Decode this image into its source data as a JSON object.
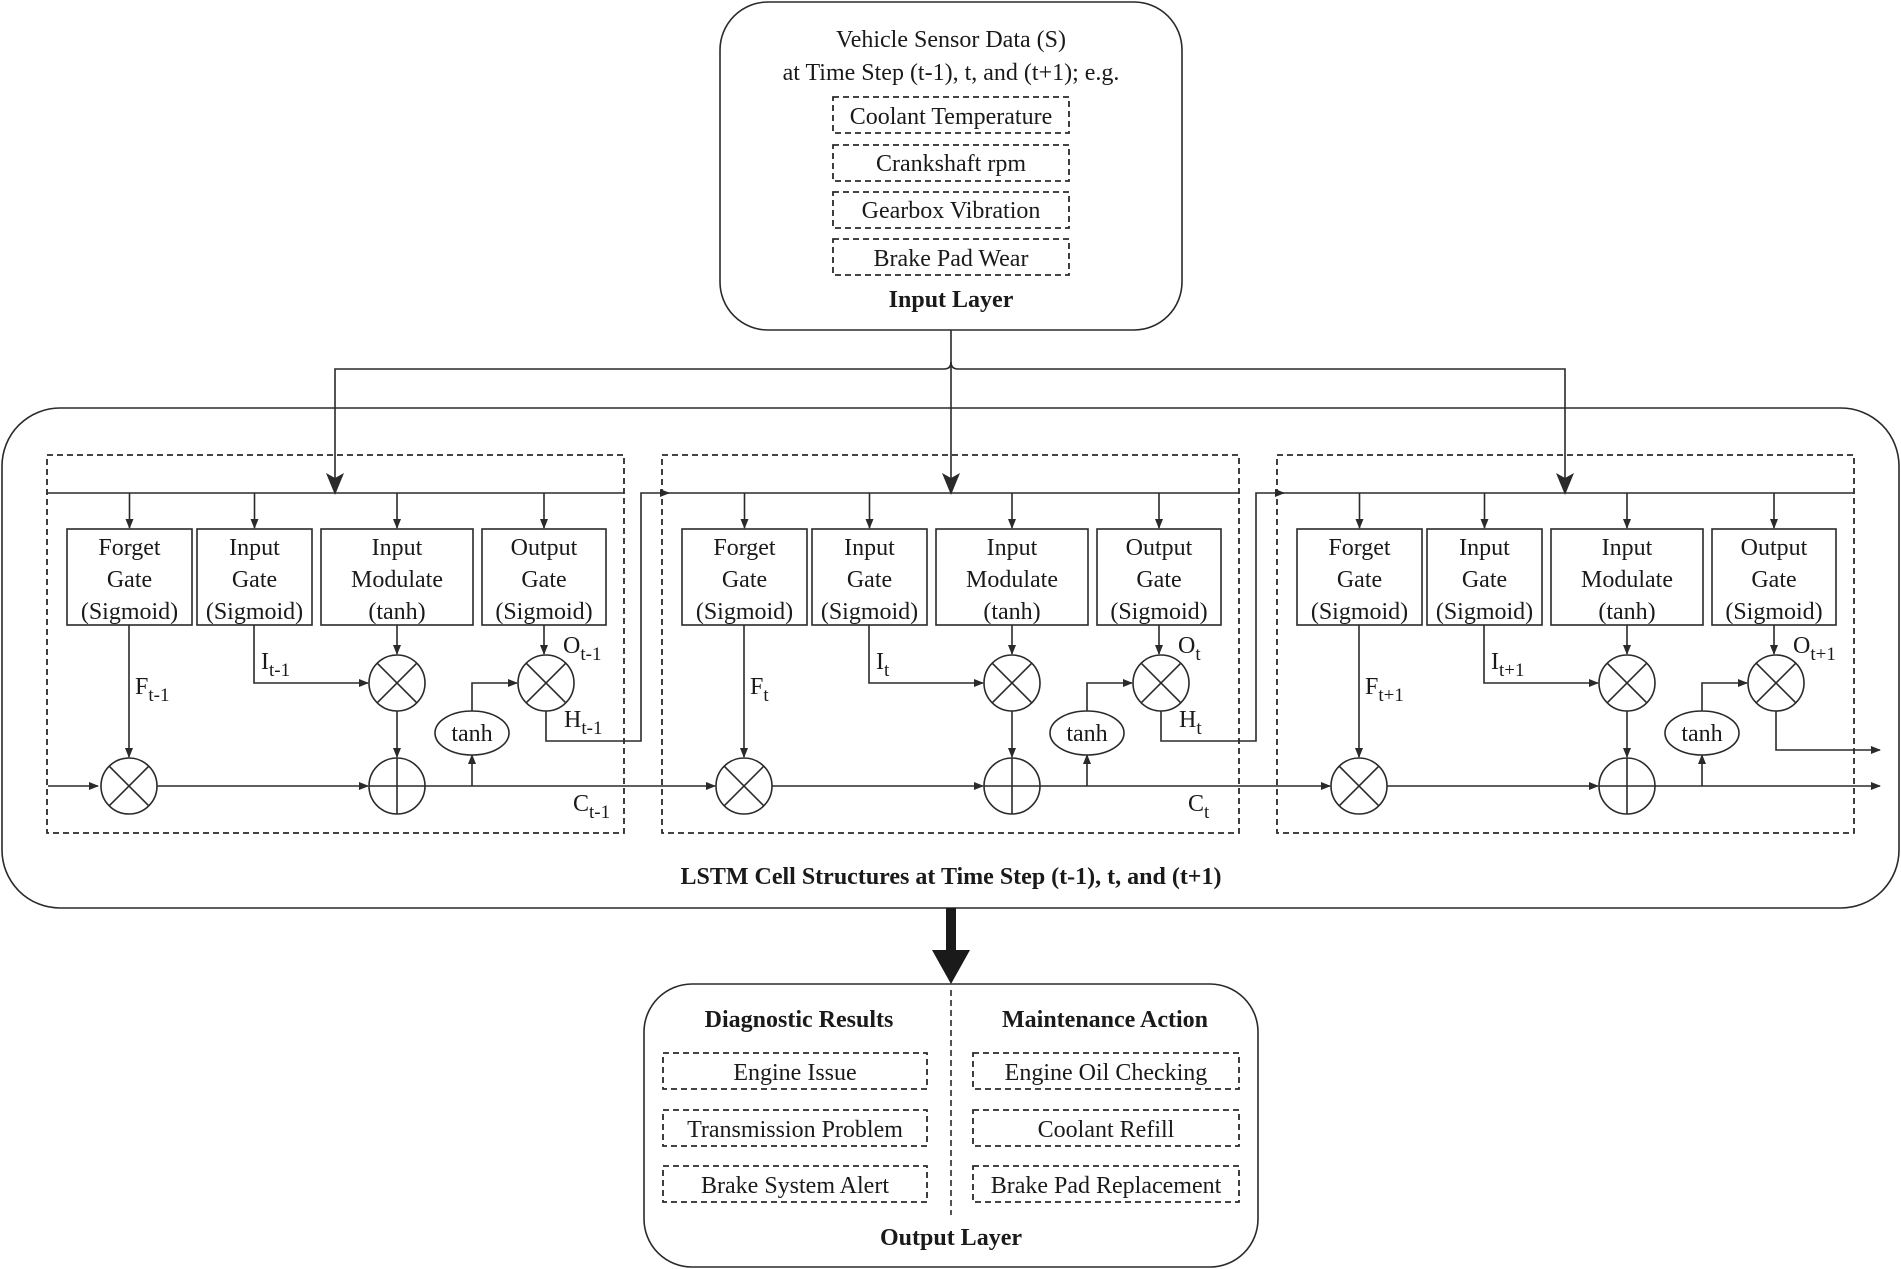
{
  "input_layer": {
    "title_line1": "Vehicle Sensor Data (S)",
    "title_line2": "at Time Step (t-1), t, and (t+1); e.g.",
    "sensors": [
      "Coolant Temperature",
      "Crankshaft rpm",
      "Gearbox Vibration",
      "Brake Pad Wear"
    ],
    "label": "Input Layer"
  },
  "lstm": {
    "caption": "LSTM Cell Structures at Time Step (t-1), t, and (t+1)",
    "gates": [
      {
        "line1": "Forget",
        "line2": "Gate",
        "line3": "(Sigmoid)"
      },
      {
        "line1": "Input",
        "line2": "Gate",
        "line3": "(Sigmoid)"
      },
      {
        "line1": "Input",
        "line2": "Modulate",
        "line3": "(tanh)"
      },
      {
        "line1": "Output",
        "line2": "Gate",
        "line3": "(Sigmoid)"
      }
    ],
    "tanh_label": "tanh",
    "cells": [
      {
        "F": "F",
        "F_sub": "t-1",
        "I": "I",
        "I_sub": "t-1",
        "O": "O",
        "O_sub": "t-1",
        "H": "H",
        "H_sub": "t-1",
        "C": "C",
        "C_sub": "t-1"
      },
      {
        "F": "F",
        "F_sub": "t",
        "I": "I",
        "I_sub": "t",
        "O": "O",
        "O_sub": "t",
        "H": "H",
        "H_sub": "t",
        "C": "C",
        "C_sub": "t"
      },
      {
        "F": "F",
        "F_sub": "t+1",
        "I": "I",
        "I_sub": "t+1",
        "O": "O",
        "O_sub": "t+1",
        "H": "",
        "H_sub": "",
        "C": "",
        "C_sub": ""
      }
    ]
  },
  "output_layer": {
    "diagnostic_title": "Diagnostic Results",
    "diagnostics": [
      "Engine Issue",
      "Transmission Problem",
      "Brake System Alert"
    ],
    "maintenance_title": "Maintenance Action",
    "actions": [
      "Engine Oil Checking",
      "Coolant Refill",
      "Brake Pad Replacement"
    ],
    "label": "Output Layer"
  }
}
